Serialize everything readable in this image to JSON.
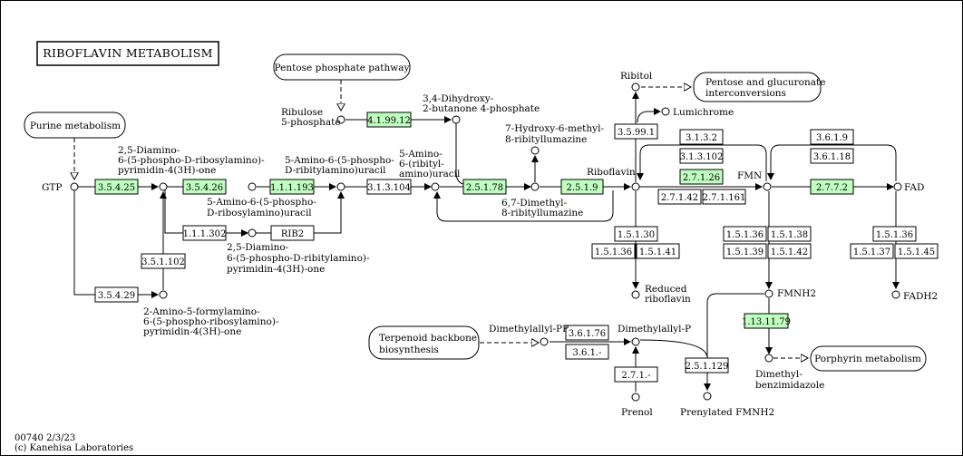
{
  "title": "RIBOFLAVIN  METABOLISM",
  "footer": {
    "id": "00740 2/3/23",
    "copyright": "(c) Kanehisa Laboratories"
  },
  "colors": {
    "found": "#bfffbf",
    "plain": "#ffffff",
    "line": "#000000"
  },
  "pathways": {
    "purine": "Purine metabolism",
    "pentose_phosphate": "Pentose phosphate pathway",
    "pentose_glucuronate_1": "Pentose and glucuronate",
    "pentose_glucuronate_2": "interconversions",
    "terpenoid_1": "Terpenoid backbone",
    "terpenoid_2": "biosynthesis",
    "porphyrin": "Porphyrin metabolism"
  },
  "compounds": {
    "gtp": "GTP",
    "diamino_1": "2,5-Diamino-",
    "diamino_2": "6-(5-phospho-D-ribosylamino)-",
    "diamino_3": "pyrimidin-4(3H)-one",
    "amino_ribosyl_1": "5-Amino-6-(5-phospho-",
    "amino_ribosyl_2": "D-ribosylamino)uracil",
    "amino_ribityl_1": "5-Amino-6-(5-phospho-",
    "amino_ribityl_2": "D-ribitylamino)uracil",
    "amino_ribitylamino_1": "5-Amino-",
    "amino_ribitylamino_2": "6-(ribityl-",
    "amino_ribitylamino_3": "amino)uracil",
    "ribulose_1": "Ribulose",
    "ribulose_2": "5-phosphate",
    "dihydroxy_1": "3,4-Dihydroxy-",
    "dihydroxy_2": "2-butanone 4-phosphate",
    "hydroxy_1": "7-Hydroxy-6-methyl-",
    "hydroxy_2": "8-ribityllumazine",
    "dimethyl_1": "6,7-Dimethyl-",
    "dimethyl_2": "8-ribityllumazine",
    "diamino_ribityl_1": "2,5-Diamino-",
    "diamino_ribityl_2": "6-(5-phospho-D-ribitylamino)-",
    "diamino_ribityl_3": "pyrimidin-4(3H)-one",
    "formylamino_1": "2-Amino-5-formylamino-",
    "formylamino_2": "6-(5-phospho-ribosylamino)-",
    "formylamino_3": "pyrimidin-4(3H)-one",
    "riboflavin": "Riboflavin",
    "ribitol": "Ribitol",
    "lumichrome": "Lumichrome",
    "fmn": "FMN",
    "fad": "FAD",
    "reduced_1": "Reduced",
    "reduced_2": "riboflavin",
    "fmnh2": "FMNH2",
    "fadh2": "FADH2",
    "dimethylallyl_pp": "Dimethylallyl-PP",
    "dimethylallyl_p": "Dimethylallyl-P",
    "prenol": "Prenol",
    "prenylated": "Prenylated FMNH2",
    "dmb_1": "Dimethyl-",
    "dmb_2": "benzimidazole"
  },
  "enzymes": {
    "e35425": "3.5.4.25",
    "e35426": "3.5.4.26",
    "e111193": "1.1.1.193",
    "e313104": "3.1.3.104",
    "e419912": "4.1.99.12",
    "e25178": "2.5.1.78",
    "e2519": "2.5.1.9",
    "e111302": "1.1.1.302",
    "rib2": "RIB2",
    "e351102": "3.5.1.102",
    "e35429": "3.5.4.29",
    "e35991": "3.5.99.1",
    "e3132": "3.1.3.2",
    "e313102": "3.1.3.102",
    "e27126": "2.7.1.26",
    "e27142": "2.7.1.42",
    "e271161": "2.7.1.161",
    "e3619": "3.6.1.9",
    "e36118": "3.6.1.18",
    "e2772": "2.7.7.2",
    "e15130": "1.5.1.30",
    "e15136a": "1.5.1.36",
    "e15141": "1.5.1.41",
    "e15136b": "1.5.1.36",
    "e15138": "1.5.1.38",
    "e15139": "1.5.1.39",
    "e15142": "1.5.1.42",
    "e15136c": "1.5.1.36",
    "e15137": "1.5.1.37",
    "e15145": "1.5.1.45",
    "e361176": "3.6.1.76",
    "e361": "3.6.1.-",
    "e271": "2.7.1.-",
    "e251129": "2.5.1.129",
    "e1131179": "1.13.11.79"
  }
}
